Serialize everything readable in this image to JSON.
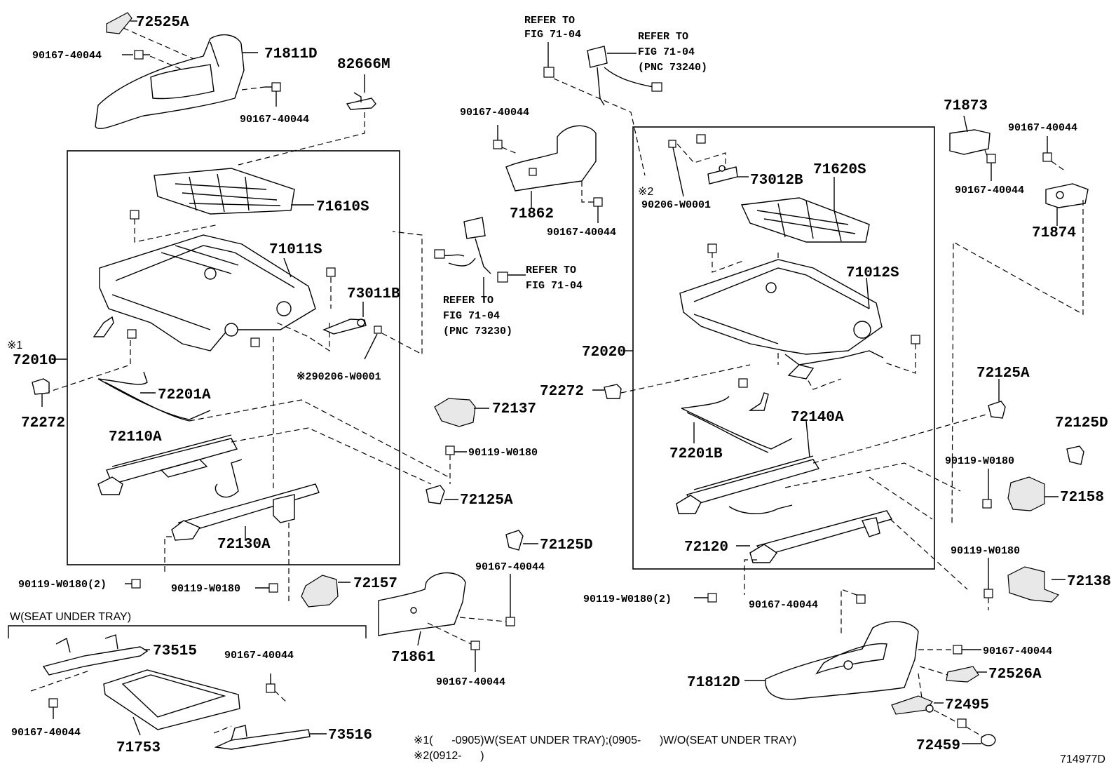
{
  "labels": {
    "p72525A": "72525A",
    "p90167_a": "90167-40044",
    "p71811D": "71811D",
    "p90167_b": "90167-40044",
    "p82666M": "82666M",
    "p71610S": "71610S",
    "p71011S": "71011S",
    "p73011B": "73011B",
    "note1_mark": "※1",
    "p72010": "72010",
    "p290206": "※290206-W0001",
    "p72201A": "72201A",
    "p72272_l": "72272",
    "p72110A": "72110A",
    "p72130A": "72130A",
    "p90119_2_l": "90119-W0180(2)",
    "p90119_l": "90119-W0180",
    "p72157": "72157",
    "w_tray": "W(SEAT UNDER TRAY)",
    "p73515": "73515",
    "p90167_c": "90167-40044",
    "p90167_d": "90167-40044",
    "p71753": "71753",
    "p73516": "73516",
    "refer1a": "REFER TO",
    "refer1b": "FIG 71-04",
    "refer2a": "REFER TO",
    "refer2b": "FIG 71-04",
    "refer2c": "(PNC 73240)",
    "p90167_e": "90167-40044",
    "p71862": "71862",
    "p90167_f": "90167-40044",
    "refer3a": "REFER TO",
    "refer3b": "FIG 71-04",
    "refer4a": "REFER TO",
    "refer4b": "FIG 71-04",
    "refer4c": "(PNC 73230)",
    "p72137": "72137",
    "p90119_m": "90119-W0180",
    "p72125A_m": "72125A",
    "p72125D_m": "72125D",
    "p90167_g": "90167-40044",
    "p71861": "71861",
    "p90167_h": "90167-40044",
    "note2_mark": "※2",
    "p90206": "90206-W0001",
    "p73012B": "73012B",
    "p71620S": "71620S",
    "p71012S": "71012S",
    "p72020": "72020",
    "p72272_r": "72272",
    "p72140A": "72140A",
    "p72201B": "72201B",
    "p72120": "72120",
    "p90119_2_r": "90119-W0180(2)",
    "p90167_i": "90167-40044",
    "p71873": "71873",
    "p90167_j": "90167-40044",
    "p90167_k": "90167-40044",
    "p71874": "71874",
    "p72125A_r": "72125A",
    "p72125D_r": "72125D",
    "p90119_r1": "90119-W0180",
    "p72158": "72158",
    "p90119_r2": "90119-W0180",
    "p72138": "72138",
    "p90167_l": "90167-40044",
    "p72526A": "72526A",
    "p71812D": "71812D",
    "p72495": "72495",
    "p72459": "72459",
    "fig_id": "714977D"
  },
  "footnotes": {
    "n1": "※1(      -0905)W(SEAT UNDER TRAY);(0905-      )W/O(SEAT UNDER TRAY)",
    "n2": "※2(0912-      )"
  }
}
